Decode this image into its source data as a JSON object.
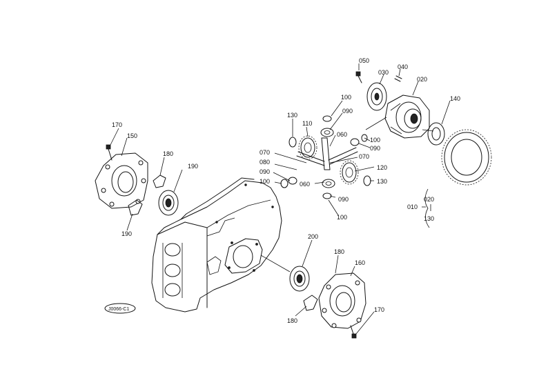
{
  "diagram": {
    "callouts": {
      "c020": "020",
      "c030": "030",
      "c040": "040",
      "c050": "050",
      "c140": "140",
      "c100a": "100",
      "c090a": "090",
      "c130a": "130",
      "c110": "110",
      "c060a": "060",
      "c100b": "100",
      "c090b": "090",
      "c070a": "070",
      "c080": "080",
      "c090c": "090",
      "c100c": "100",
      "c060b": "060",
      "c070b": "070",
      "c120": "120",
      "c130b": "130",
      "c090d": "090",
      "c100d": "100",
      "c170a": "170",
      "c150": "150",
      "c180a": "180",
      "c190a": "190",
      "c190b": "190",
      "c200": "200",
      "c180b": "180",
      "c160": "160",
      "c180c": "180",
      "c170b": "170"
    },
    "legend": {
      "main": "010",
      "sub_top": "020",
      "sub_bottom": "130"
    },
    "stamp": "J0066-C1"
  }
}
